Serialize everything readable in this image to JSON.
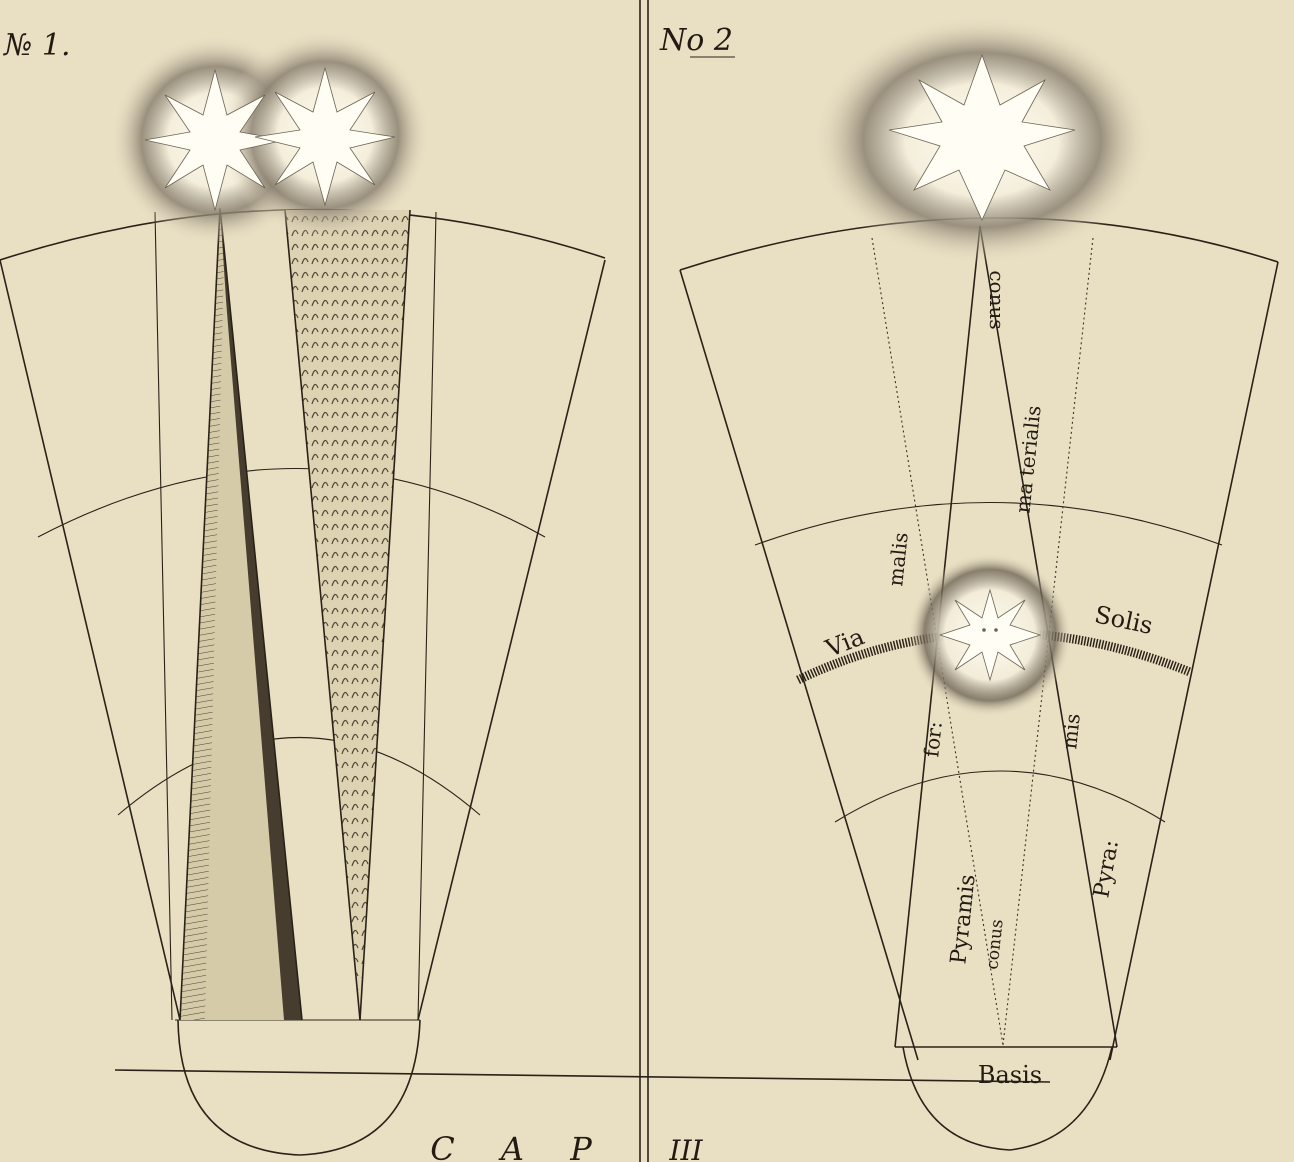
{
  "figure_labels": {
    "left_number": "№ 1.",
    "right_number": "No 2"
  },
  "annotations": {
    "conus_top": "conus",
    "materialis": "ma terialis",
    "malis": "malis",
    "via": "Via",
    "solis": "Solis",
    "for": "for:",
    "mis": "mis",
    "pyramis_left": "Pyramis",
    "conus_bottom": "conus",
    "pyra": "Pyra:",
    "basis": "Basis"
  },
  "caption": {
    "chapter": "C A P",
    "numeral": "III"
  }
}
